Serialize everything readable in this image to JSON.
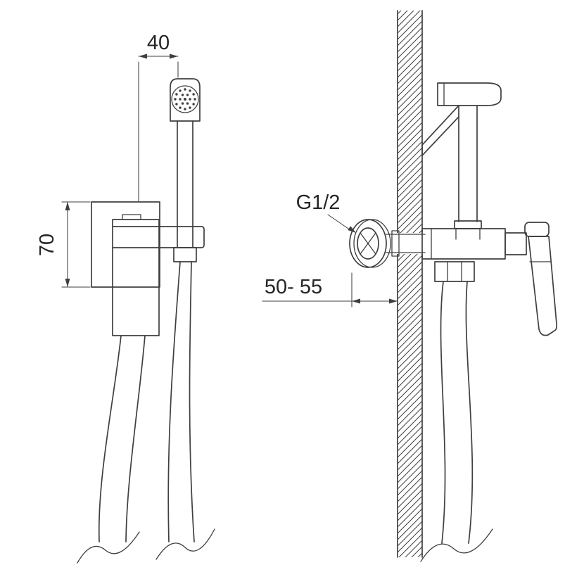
{
  "drawing": {
    "front_view": {
      "width_dim": "40",
      "height_dim": "70"
    },
    "side_view": {
      "thread_label": "G1/2",
      "depth_dim": "50- 55"
    }
  },
  "colors": {
    "line": "#3f3f3f",
    "text": "#262626",
    "background": "#ffffff"
  }
}
